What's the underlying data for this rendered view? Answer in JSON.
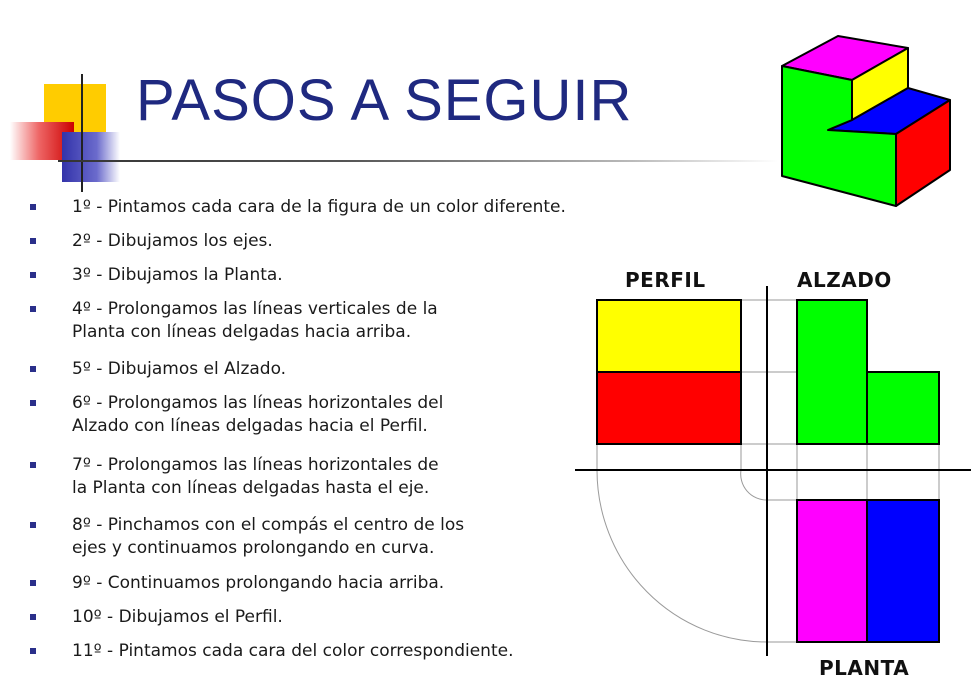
{
  "title": "PASOS A SEGUIR",
  "steps": [
    {
      "text": "1º - Pintamos cada cara de la figura de un color diferente."
    },
    {
      "text": "2º - Dibujamos los ejes."
    },
    {
      "text": "3º - Dibujamos la Planta."
    },
    {
      "text": "4º - Prolongamos las líneas verticales de la\nPlanta con líneas delgadas hacia arriba."
    },
    {
      "text": "5º - Dibujamos el Alzado."
    },
    {
      "text": "6º - Prolongamos las líneas horizontales del\nAlzado con líneas delgadas hacia el Perfil."
    },
    {
      "text": "7º - Prolongamos las líneas horizontales de\nla Planta con líneas delgadas hasta el eje."
    },
    {
      "text": "8º - Pinchamos con el compás el centro de los\nejes y continuamos prolongando en curva."
    },
    {
      "text": "9º - Continuamos prolongando hacia arriba."
    },
    {
      "text": "10º - Dibujamos el Perfil."
    },
    {
      "text": "11º - Pintamos cada cara del color correspondiente."
    }
  ],
  "views": {
    "perfil_label": "PERFIL",
    "alzado_label": "ALZADO",
    "planta_label": "PLANTA"
  },
  "colors": {
    "title": "#1f2980",
    "bullet": "#2a2f8a",
    "yellow": "#ffff00",
    "red": "#ff0000",
    "green": "#00ff00",
    "magenta": "#ff00ff",
    "blue": "#0000ff"
  },
  "icons": {
    "cube": "isometric-step-block-icon",
    "logo": "slide-logo-squares-icon"
  }
}
